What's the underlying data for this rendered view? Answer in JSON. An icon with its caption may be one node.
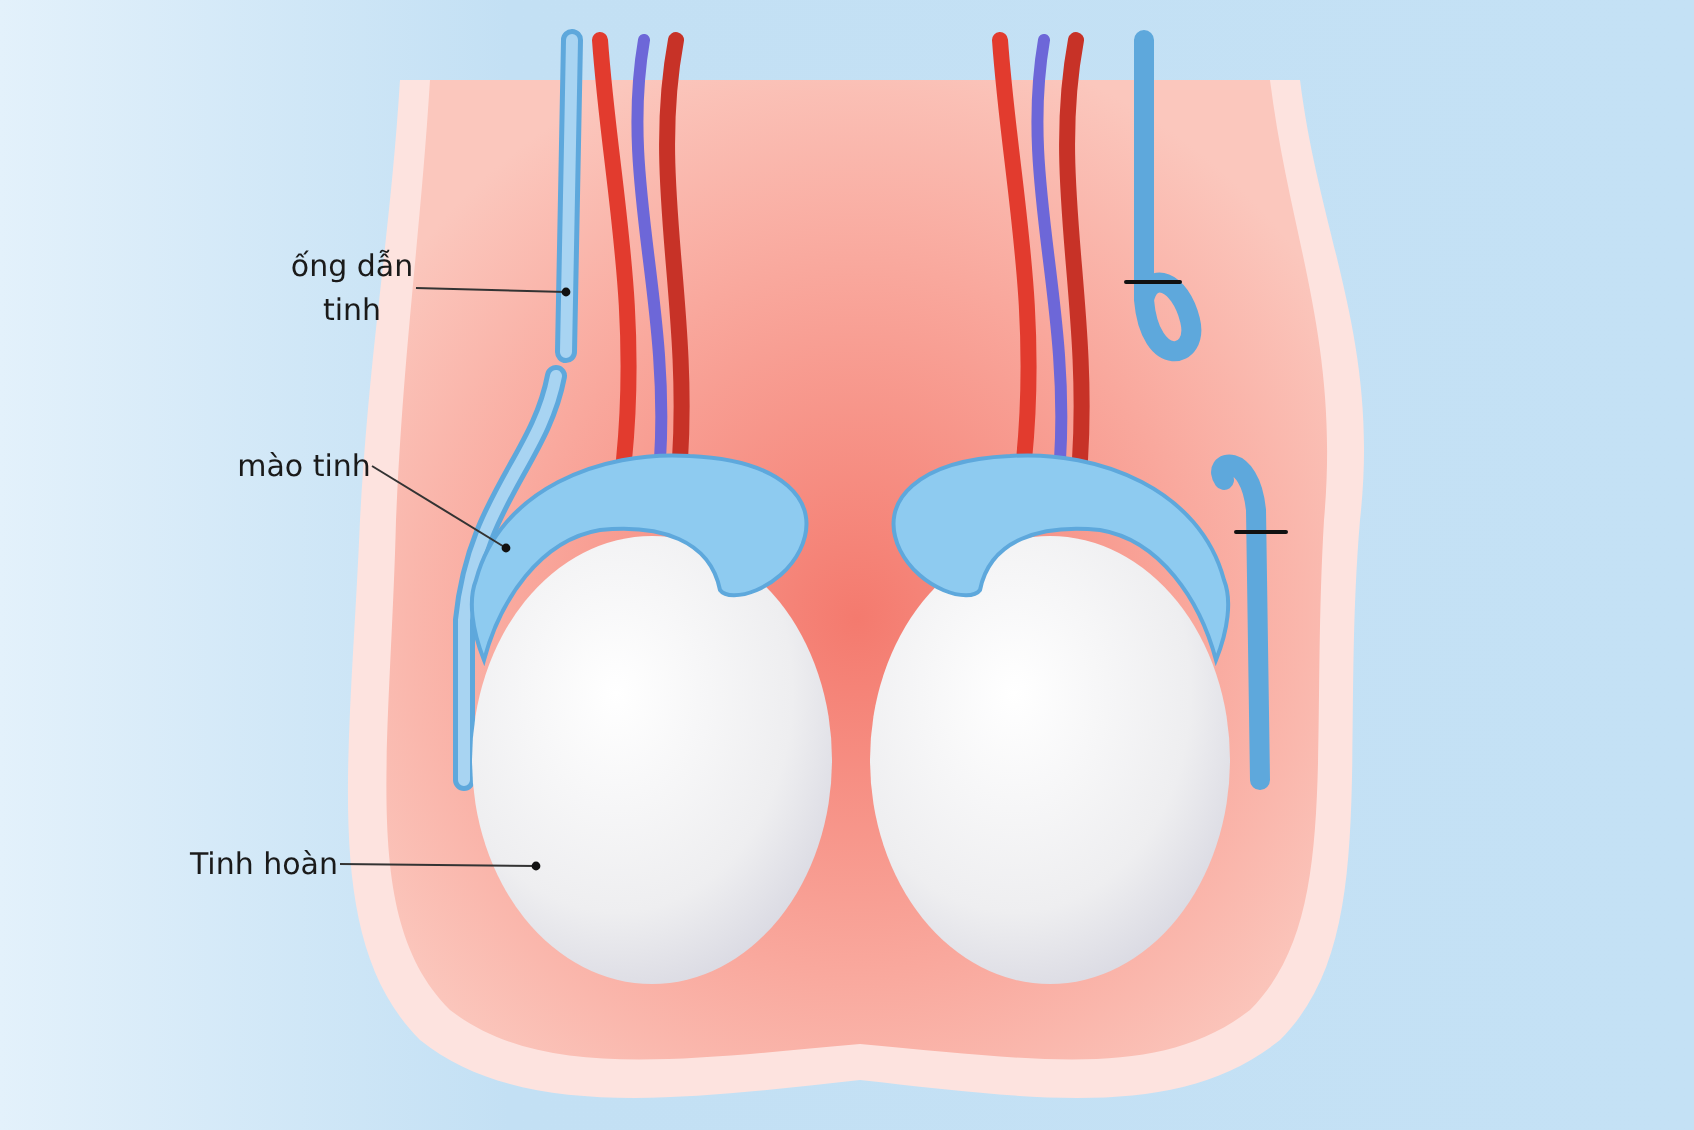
{
  "diagram": {
    "nodes": [
      {
        "text": [
          "ống dẫn tinh"
        ]
      },
      {
        "text": [],
        "shape": "picture"
      },
      {
        "text": [
          "mào tinh"
        ]
      },
      {
        "text": [],
        "shape": "picture"
      },
      {
        "text": [
          "Tinh hoàn"
        ]
      },
      {
        "text": [],
        "shape": "picture"
      }
    ],
    "edges": [
      {
        "from": 0,
        "to": 1,
        "arrow": "other"
      },
      {
        "from": 2,
        "to": 3,
        "arrow": "other"
      },
      {
        "from": 4,
        "to": 5,
        "arrow": "other"
      }
    ]
  }
}
